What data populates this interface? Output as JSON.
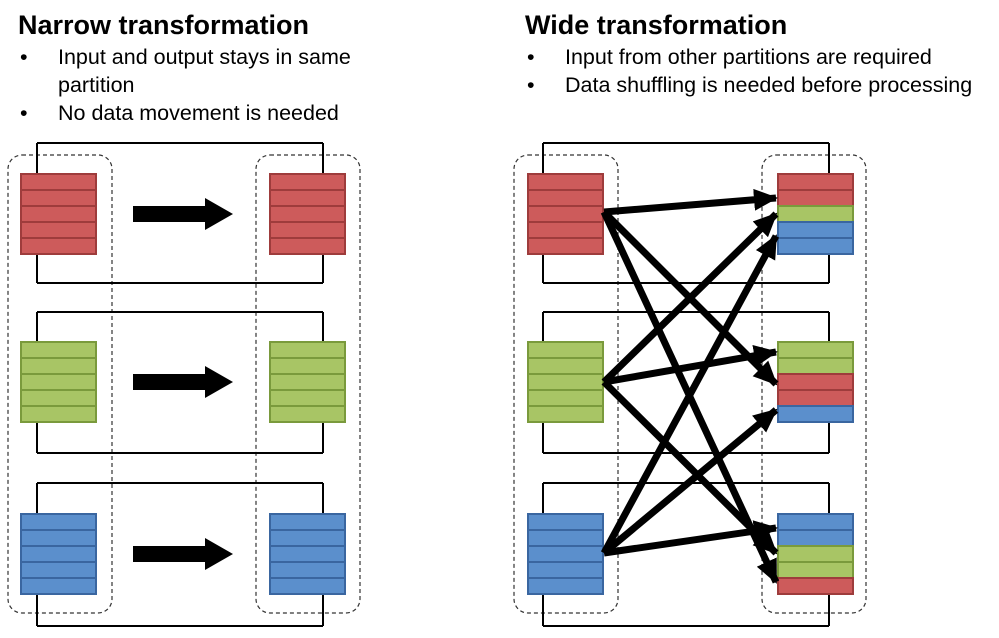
{
  "narrow": {
    "title": "Narrow transformation",
    "bullets": [
      "Input and output stays in same partition",
      "No data movement is needed"
    ]
  },
  "wide": {
    "title": "Wide transformation",
    "bullets": [
      "Input from other partitions are required",
      "Data shuffling is needed before processing"
    ]
  },
  "colors": {
    "red_fill": "#cd5b5b",
    "red_stroke": "#9e3c3c",
    "green_fill": "#a8c565",
    "green_stroke": "#7a9a3c",
    "blue_fill": "#5b8fcc",
    "blue_stroke": "#3a66a0",
    "arrow": "#000000"
  }
}
